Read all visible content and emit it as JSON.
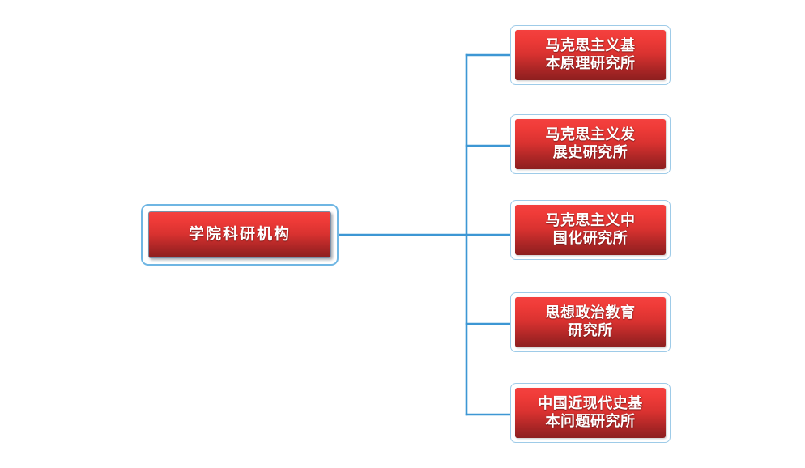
{
  "diagram": {
    "type": "organization-chart",
    "orientation": "left-to-right",
    "background_color": "#ffffff",
    "connector_color": "#3d97d4",
    "node_border_color": "#9ecbe8",
    "node_fill_top_color": "#f4413f",
    "node_fill_bottom_color": "#8d1f1f",
    "node_text_color": "#ffffff",
    "root": {
      "id": "root",
      "label": "学院科研机构"
    },
    "children": [
      {
        "id": "inst-1",
        "label": "马克思主义基\n本原理研究所"
      },
      {
        "id": "inst-2",
        "label": "马克思主义发\n展史研究所"
      },
      {
        "id": "inst-3",
        "label": "马克思主义中\n国化研究所"
      },
      {
        "id": "inst-4",
        "label": "思想政治教育\n研究所"
      },
      {
        "id": "inst-5",
        "label": "中国近现代史基\n本问题研究所"
      }
    ]
  }
}
